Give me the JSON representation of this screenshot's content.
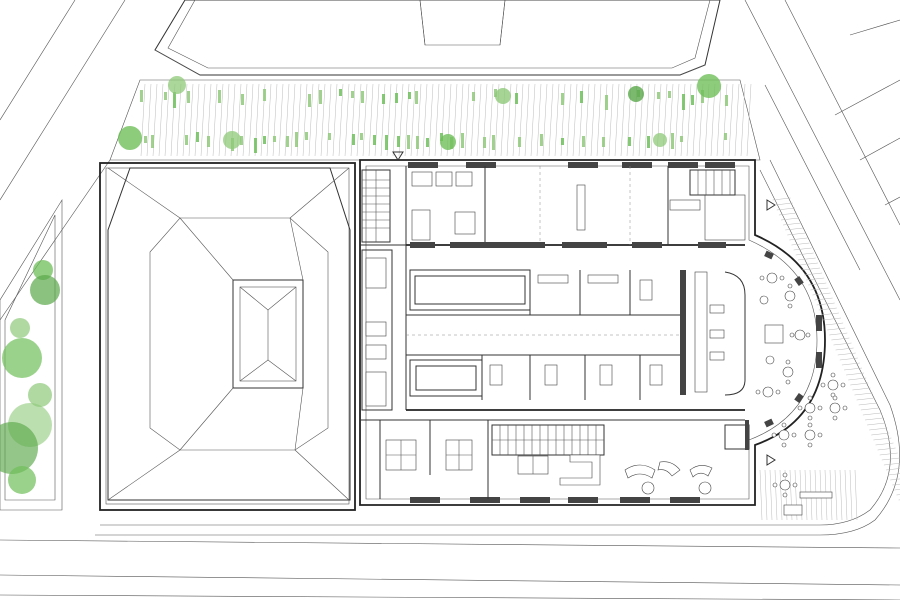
{
  "drawing": {
    "kind": "site-floor-plan",
    "palette": {
      "background": "#ffffff",
      "linework": "#333333",
      "walls": "#222222",
      "tree_light": "#8fc97a",
      "tree_dark": "#5aa84a",
      "planting_strips": "#6fbf5a"
    },
    "icons": [
      "tree-canopy",
      "entrance-arrow",
      "stair",
      "table-with-chairs"
    ]
  }
}
